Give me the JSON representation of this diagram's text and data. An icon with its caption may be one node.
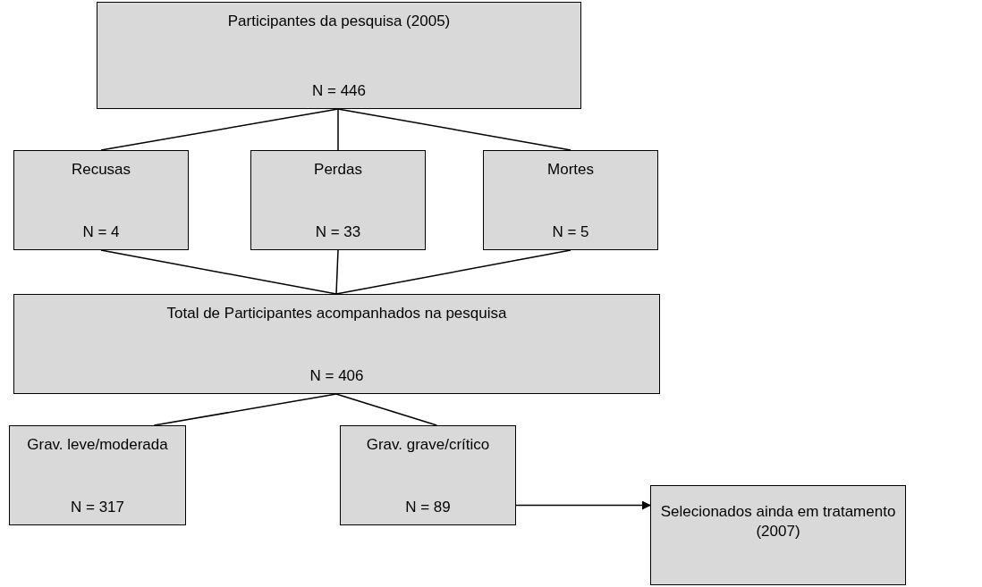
{
  "diagram": {
    "nodes": [
      {
        "text": [
          "Participantes da pesquisa (2005)",
          "N = 446"
        ]
      },
      {
        "text": [
          "Recusas",
          "N = 4"
        ]
      },
      {
        "text": [
          "Perdas",
          "N = 33"
        ]
      },
      {
        "text": [
          "Mortes",
          "N = 5"
        ]
      },
      {
        "text": [
          "Total de Participantes acompanhados na pesquisa",
          "N = 406"
        ]
      },
      {
        "text": [
          "Grav. leve/moderada",
          "N = 317"
        ]
      },
      {
        "text": [
          "Grav. grave/crítico",
          "N = 89"
        ]
      },
      {
        "text": [
          "Selecionados ainda em tratamento (2007)"
        ]
      }
    ],
    "edges": [
      {
        "from": 0,
        "to": 1,
        "arrow": "none"
      },
      {
        "from": 0,
        "to": 2,
        "arrow": "none"
      },
      {
        "from": 0,
        "to": 3,
        "arrow": "none"
      },
      {
        "from": 1,
        "to": 4,
        "arrow": "none"
      },
      {
        "from": 2,
        "to": 4,
        "arrow": "none"
      },
      {
        "from": 3,
        "to": 4,
        "arrow": "none"
      },
      {
        "from": 4,
        "to": 5,
        "arrow": "none"
      },
      {
        "from": 4,
        "to": 6,
        "arrow": "none"
      },
      {
        "from": 6,
        "to": 7,
        "arrow": "to"
      }
    ]
  }
}
